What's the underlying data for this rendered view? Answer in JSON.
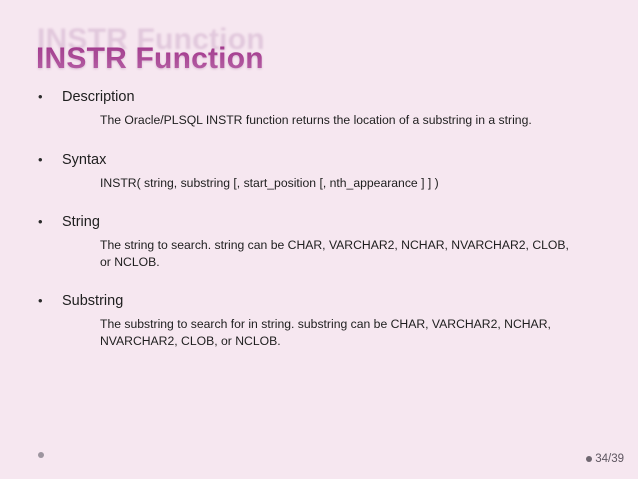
{
  "slide": {
    "title": "INSTR Function",
    "title_color": "#a5348d",
    "background_color": "#f6e7f0",
    "body_text_color": "#1e1e1e",
    "bullet_glyph": "•",
    "blocks": [
      {
        "label": "Description",
        "text": "The Oracle/PLSQL INSTR function returns the location of a substring in a string."
      },
      {
        "label": "Syntax",
        "text": "INSTR( string, substring [, start_position [, nth_appearance ] ] )"
      },
      {
        "label": "String",
        "text": "The string to search. string can be CHAR, VARCHAR2, NCHAR, NVARCHAR2, CLOB, or NCLOB."
      },
      {
        "label": "Substring",
        "text": "The substring to search for in string. substring can be CHAR, VARCHAR2, NCHAR, NVARCHAR2, CLOB, or NCLOB."
      }
    ]
  },
  "footer": {
    "page_label": "34/39",
    "dot_glyph": "•",
    "dot_color": "#6f6770"
  }
}
